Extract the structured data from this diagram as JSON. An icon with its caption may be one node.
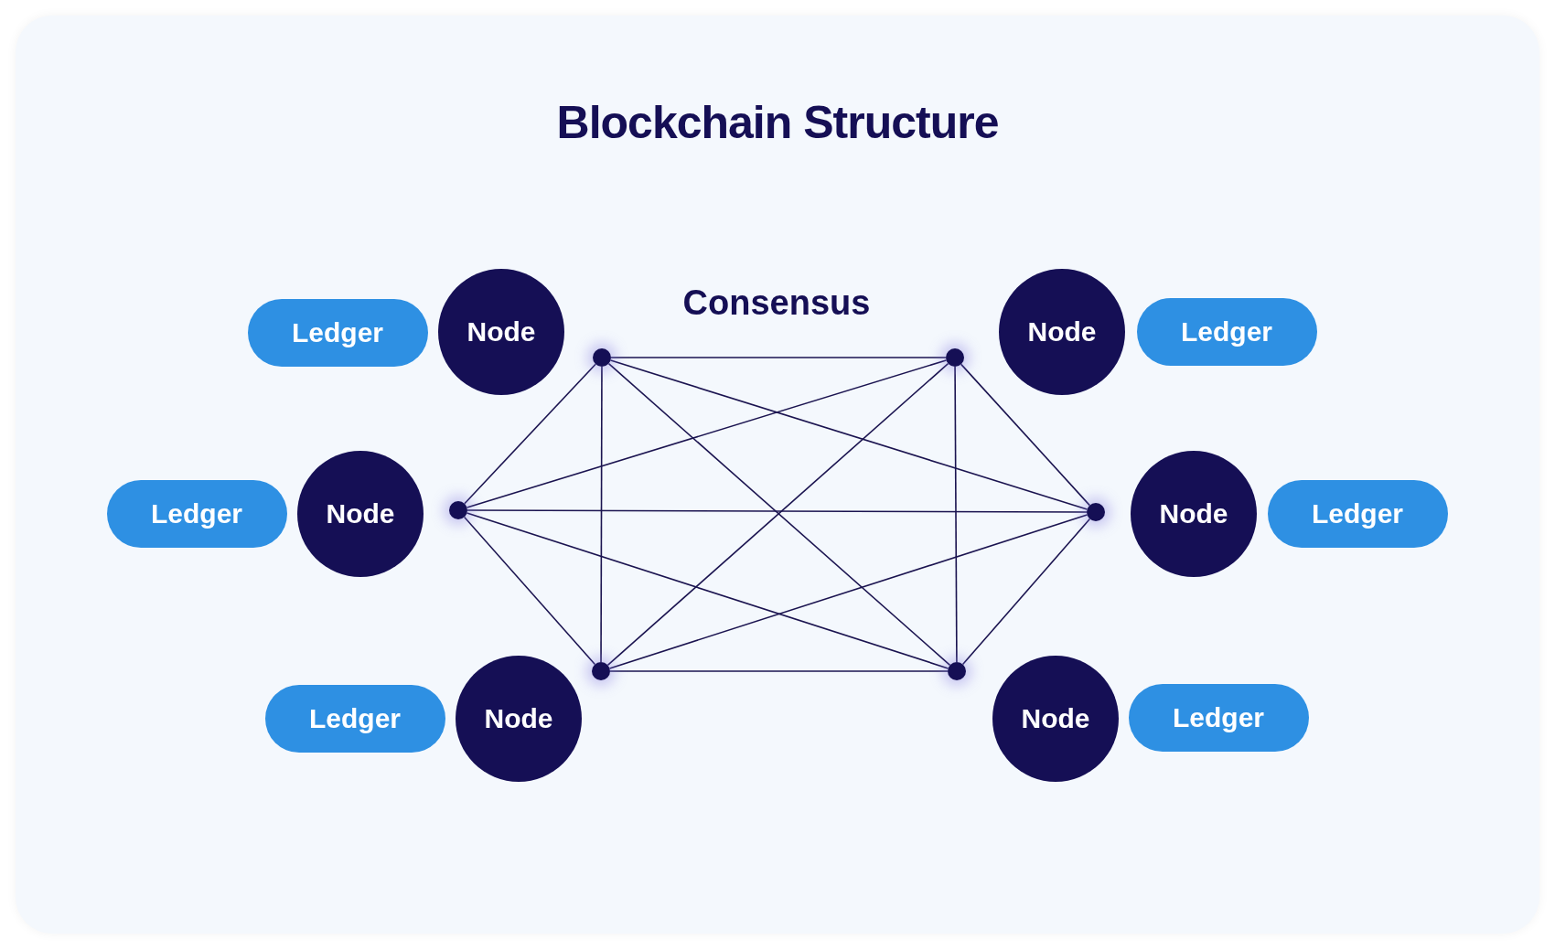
{
  "diagram": {
    "title": "Blockchain Structure",
    "nodes": [
      {
        "text": [
          "Ledger"
        ]
      },
      {
        "text": [
          "Node"
        ]
      },
      {
        "text": [
          "Node"
        ]
      },
      {
        "text": [
          "Ledger"
        ]
      },
      {
        "text": [
          "Ledger"
        ]
      },
      {
        "text": [
          "Node"
        ]
      },
      {
        "text": [
          "Node"
        ]
      },
      {
        "text": [
          "Ledger"
        ]
      },
      {
        "text": [
          "Ledger"
        ]
      },
      {
        "text": [
          "Node"
        ]
      },
      {
        "text": [
          "Node"
        ]
      },
      {
        "text": [
          "Ledger"
        ]
      },
      {
        "text": [],
        "shape": "circle"
      },
      {
        "text": [],
        "shape": "circle"
      },
      {
        "text": [],
        "shape": "circle"
      },
      {
        "text": [],
        "shape": "circle"
      },
      {
        "text": [],
        "shape": "circle"
      },
      {
        "text": [],
        "shape": "circle"
      }
    ],
    "edges": [
      {
        "from": 12,
        "to": 13,
        "arrow": "none"
      },
      {
        "from": 12,
        "to": 14,
        "arrow": "none"
      },
      {
        "from": 12,
        "to": 15,
        "arrow": "none"
      },
      {
        "from": 12,
        "to": 16,
        "arrow": "none"
      },
      {
        "from": 12,
        "to": 17,
        "arrow": "none"
      },
      {
        "from": 13,
        "to": 14,
        "arrow": "none"
      },
      {
        "from": 13,
        "to": 15,
        "arrow": "none"
      },
      {
        "from": 13,
        "to": 16,
        "arrow": "none"
      },
      {
        "from": 13,
        "to": 17,
        "arrow": "none"
      },
      {
        "from": 14,
        "to": 15,
        "arrow": "none"
      },
      {
        "from": 14,
        "to": 16,
        "arrow": "none"
      },
      {
        "from": 14,
        "to": 17,
        "arrow": "none"
      },
      {
        "from": 15,
        "to": 16,
        "arrow": "none"
      },
      {
        "from": 15,
        "to": 17,
        "arrow": "none"
      },
      {
        "from": 16,
        "to": 17,
        "arrow": "none"
      }
    ],
    "labels": [
      "Consensus"
    ]
  }
}
